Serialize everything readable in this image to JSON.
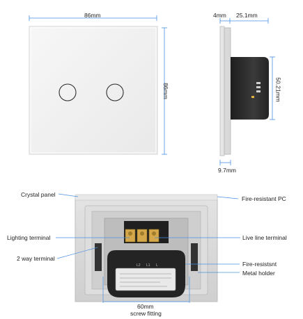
{
  "front_view": {
    "width_label": "86mm",
    "height_label": "86mm",
    "button_count": 2
  },
  "side_view": {
    "glass_thickness_label": "4mm",
    "box_depth_label": "25.1mm",
    "box_height_label": "50.21mm",
    "bottom_thickness_label": "9.7mm"
  },
  "back_view": {
    "left_labels": {
      "crystal_panel": "Crystal panel",
      "lighting_terminal": "Lighting terminal",
      "two_way_terminal": "2 way terminal"
    },
    "right_labels": {
      "fire_resistant_pc": "Fire-resistant PC",
      "live_line_terminal": "Live line terminal",
      "fire_resistant": "Fire-resistsnt",
      "metal_holder": "Metal holder"
    },
    "screw_fitting": {
      "distance": "60mm",
      "label": "screw fitting"
    },
    "module_markings": [
      "L2",
      "L1",
      "L"
    ]
  },
  "colors": {
    "dimension_line": "#4a90e2",
    "panel_fill": "#f2f2f2",
    "panel_border": "#cfcfcf",
    "module_dark": "#2b2b2b"
  }
}
